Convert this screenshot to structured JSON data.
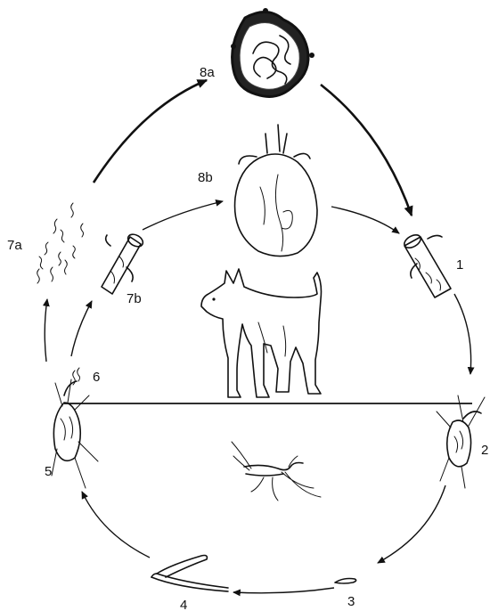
{
  "labels": {
    "l1": "1",
    "l2": "2",
    "l3": "3",
    "l4": "4",
    "l5": "5",
    "l6": "6",
    "l7a": "7a",
    "l7b": "7b",
    "l8a": "8a",
    "l8b": "8b"
  },
  "icons": {
    "cyst": "worm-nodule-icon",
    "heart": "heart-icon",
    "vessel": "blood-vessel-icon",
    "dog": "dog-icon",
    "mosquito": "mosquito-icon",
    "larva": "larva-icon",
    "microfilariae": "microfilariae-icon"
  }
}
